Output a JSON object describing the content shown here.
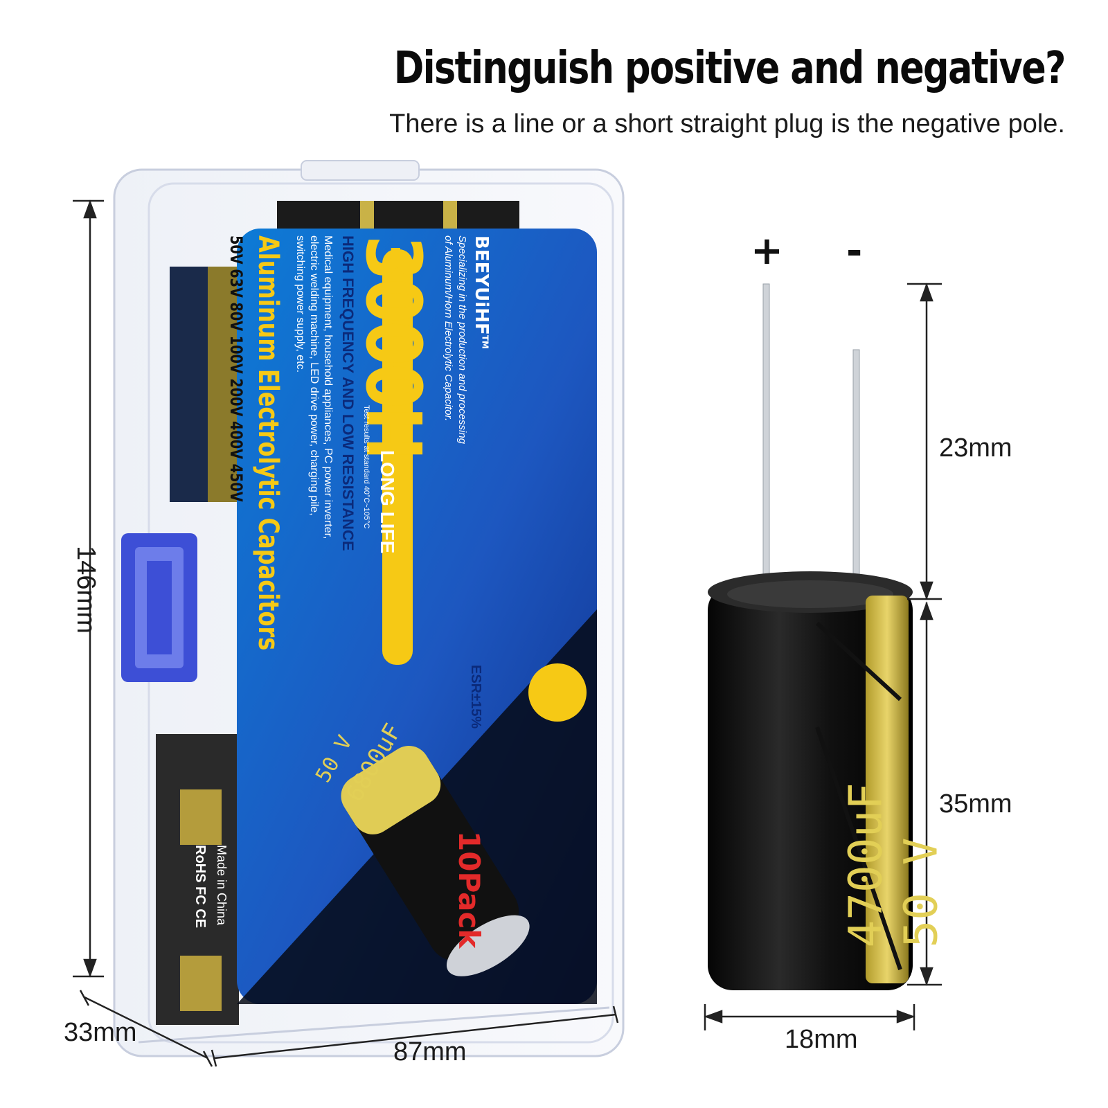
{
  "header": {
    "title": "Distinguish positive and negative?",
    "subtitle": "There is a line or a short straight plug is the negative pole."
  },
  "dimensions": {
    "box_height": "146mm",
    "box_depth": "33mm",
    "box_width": "87mm",
    "lead_length": "23mm",
    "body_height": "35mm",
    "body_diameter": "18mm"
  },
  "polarity": {
    "positive": "+",
    "negative": "-"
  },
  "package_label": {
    "brand": "BEEYUiHF",
    "trademark": "TM",
    "tagline_1": "Specializing in the production and processing",
    "tagline_2": "of Aluminum/Horn Electrolytic Capacitor.",
    "big_text": "3000H",
    "long_life": "LONG LIFE",
    "test_note": "Test results at standard 40°C~105°C",
    "hf_banner": "HIGH FREQUENCY AND LOW RESISTANCE",
    "apps_1": "Medical equipment, household appliances, PC power inverter,",
    "apps_2": "electric welding machine, LED drive power, charging pile,",
    "apps_3": "switching power supply, etc.",
    "product_name": "Aluminum Electrolytic Capacitors",
    "voltages": "50V 63V 80V 100V 200V 400V 450V",
    "esr": "ESR±15%",
    "pack": "10Pack",
    "made_in": "Made in China",
    "cert": "RoHS FC CE",
    "label_cap_value": "6800uF",
    "label_cap_voltage": "50 V"
  },
  "capacitor": {
    "value": "4700uF",
    "voltage": "50 V"
  },
  "colors": {
    "label_blue": "#1f5fc4",
    "accent_yellow": "#f6c915",
    "capacitor_body": "#111111",
    "capacitor_stripe": "#d9c24a",
    "clip_blue": "#3d4fd6"
  }
}
